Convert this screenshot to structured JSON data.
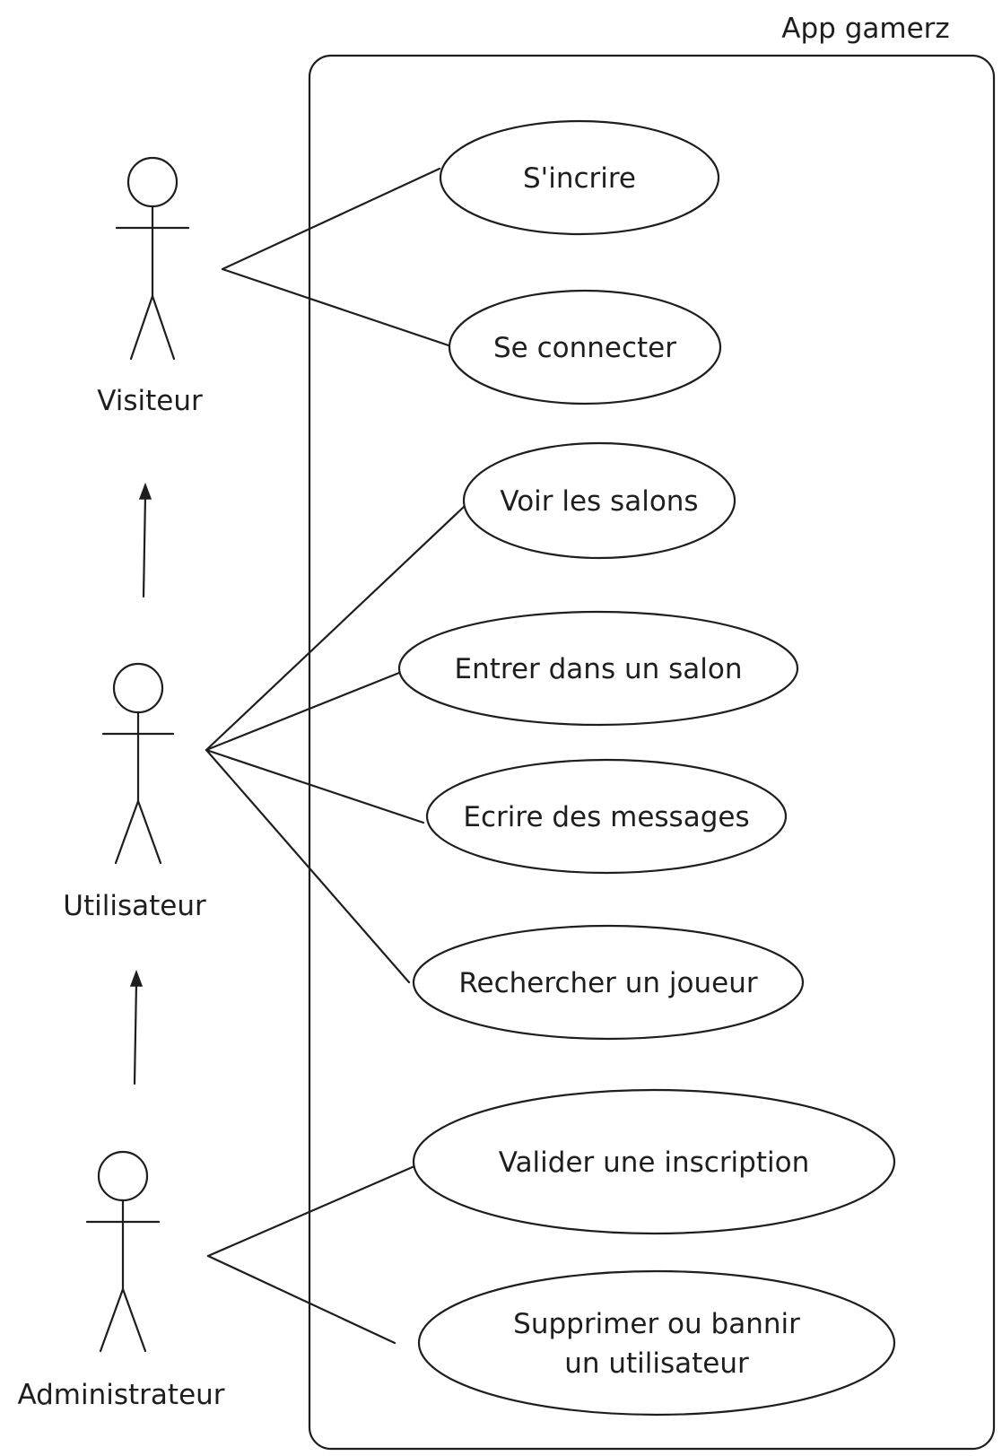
{
  "system": {
    "title": "App gamerz"
  },
  "actors": [
    {
      "id": "visiteur",
      "label": "Visiteur"
    },
    {
      "id": "utilisateur",
      "label": "Utilisateur"
    },
    {
      "id": "administrateur",
      "label": "Administrateur"
    }
  ],
  "use_cases": [
    {
      "id": "sinscrire",
      "lines": [
        "S'incrire"
      ]
    },
    {
      "id": "se-connecter",
      "lines": [
        "Se connecter"
      ]
    },
    {
      "id": "voir-les-salons",
      "lines": [
        "Voir les salons"
      ]
    },
    {
      "id": "entrer-dans-un-salon",
      "lines": [
        "Entrer dans un salon"
      ]
    },
    {
      "id": "ecrire-des-messages",
      "lines": [
        "Ecrire des messages"
      ]
    },
    {
      "id": "rechercher-un-joueur",
      "lines": [
        "Rechercher un joueur"
      ]
    },
    {
      "id": "valider-une-inscription",
      "lines": [
        "Valider une inscription"
      ]
    },
    {
      "id": "supprimer-ou-bannir",
      "lines": [
        "Supprimer ou bannir",
        "un utilisateur"
      ]
    }
  ],
  "associations": [
    {
      "actor": "visiteur",
      "use_case": "sinscrire"
    },
    {
      "actor": "visiteur",
      "use_case": "se-connecter"
    },
    {
      "actor": "utilisateur",
      "use_case": "voir-les-salons"
    },
    {
      "actor": "utilisateur",
      "use_case": "entrer-dans-un-salon"
    },
    {
      "actor": "utilisateur",
      "use_case": "ecrire-des-messages"
    },
    {
      "actor": "utilisateur",
      "use_case": "rechercher-un-joueur"
    },
    {
      "actor": "administrateur",
      "use_case": "valider-une-inscription"
    },
    {
      "actor": "administrateur",
      "use_case": "supprimer-ou-bannir"
    }
  ],
  "generalizations": [
    {
      "from": "utilisateur",
      "to": "visiteur"
    },
    {
      "from": "administrateur",
      "to": "utilisateur"
    }
  ]
}
